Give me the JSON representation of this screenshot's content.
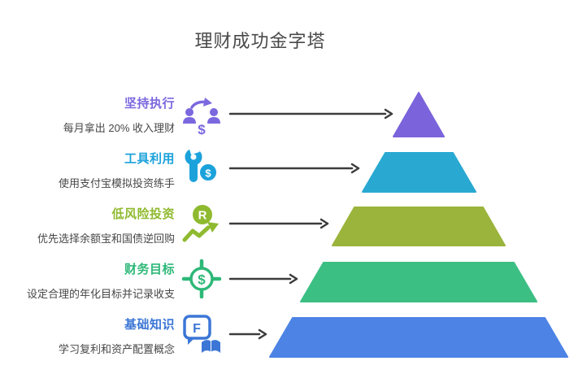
{
  "title": "理财成功金字塔",
  "colors": {
    "arrow": "#3c3c3c",
    "title_text": "#4a4a4a",
    "description_text": "#474747",
    "background": "#ffffff"
  },
  "rows": [
    {
      "label": "坚持执行",
      "description": "每月拿出 20% 收入理财",
      "color": "#7b68df",
      "icon": "people-exchange-dollar-icon"
    },
    {
      "label": "工具利用",
      "description": "使用支付宝模拟投资练手",
      "color": "#1ca2db",
      "icon": "wrench-dollar-icon"
    },
    {
      "label": "低风险投资",
      "description": "优先选择余额宝和国债逆回购",
      "color": "#8fba2f",
      "icon": "r-circle-trend-icon"
    },
    {
      "label": "财务目标",
      "description": "设定合理的年化目标并记录收支",
      "color": "#2eb878",
      "icon": "dollar-target-icon"
    },
    {
      "label": "基础知识",
      "description": "学习复利和资产配置概念",
      "color": "#3b76d6",
      "icon": "f-card-book-icon"
    }
  ],
  "icon_glyphs": {
    "dollar": "$",
    "r": "R",
    "f": "F"
  },
  "pyramid": {
    "layers": [
      {
        "name": "坚持执行",
        "color": "#7a63db"
      },
      {
        "name": "工具利用",
        "color": "#29a9d2"
      },
      {
        "name": "低风险投资",
        "color": "#9bb43c"
      },
      {
        "name": "财务目标",
        "color": "#3cbf83"
      },
      {
        "name": "基础知识",
        "color": "#4c83e4"
      }
    ]
  }
}
